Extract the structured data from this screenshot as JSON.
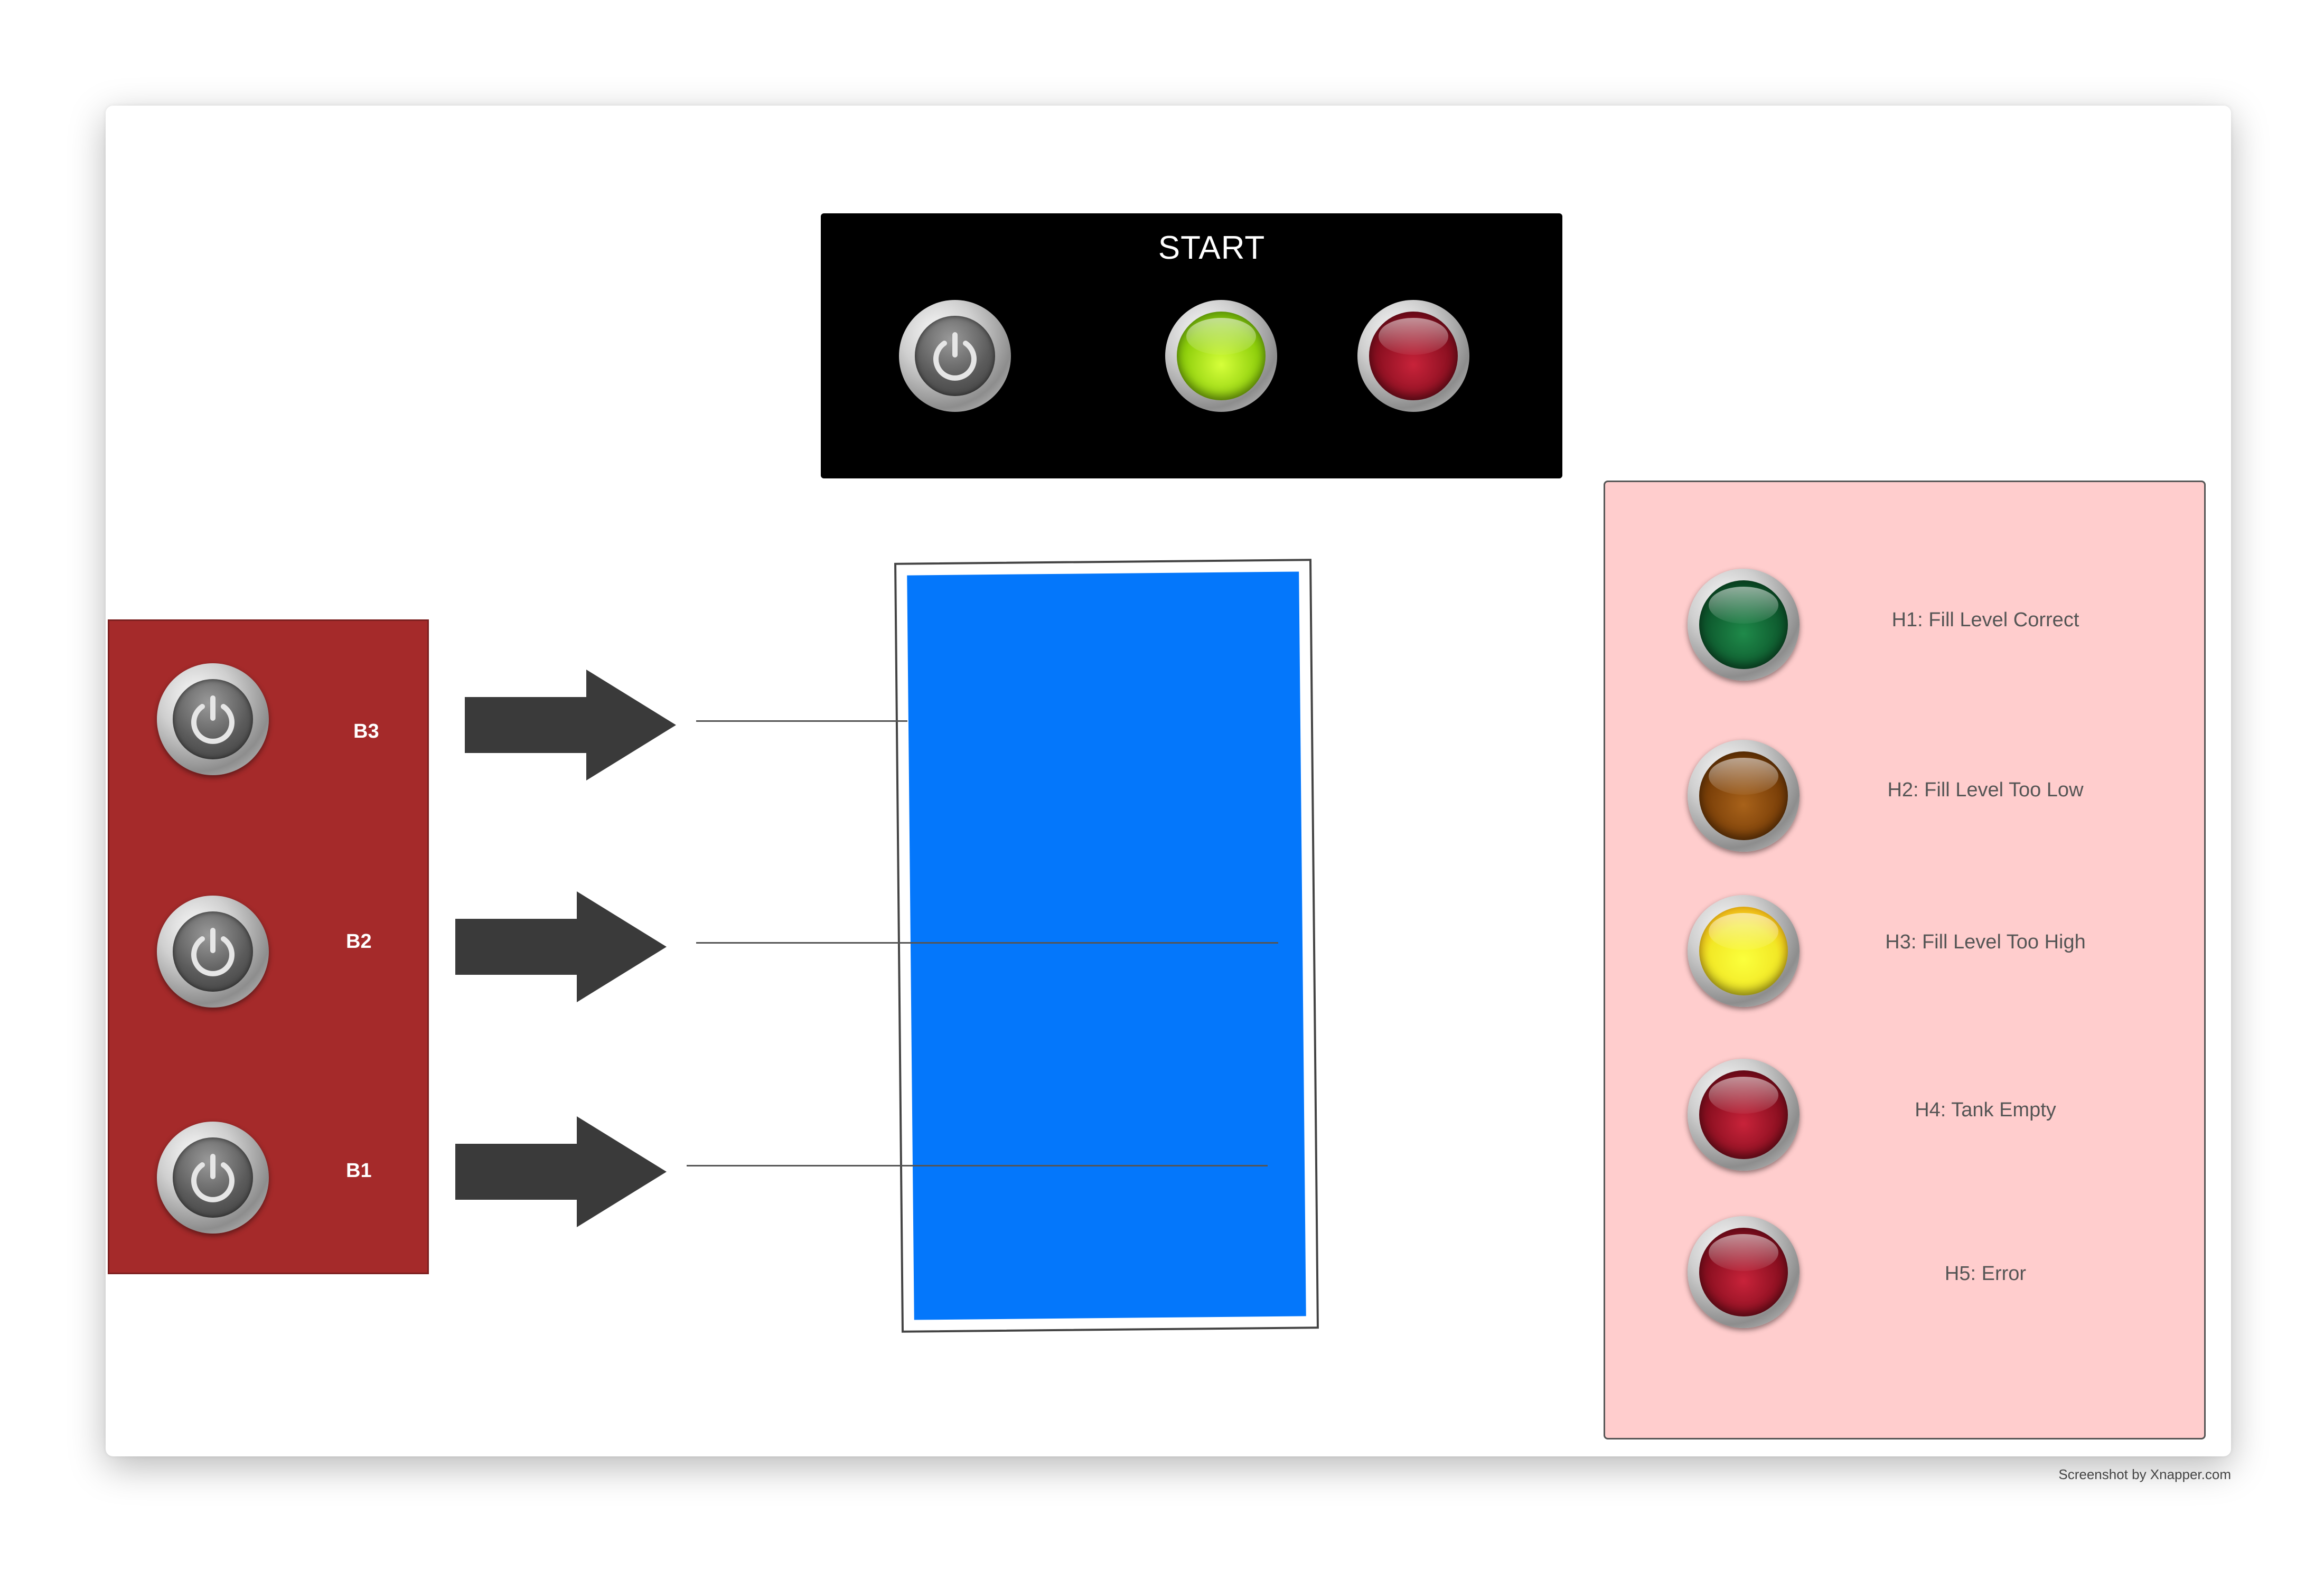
{
  "start_panel": {
    "title": "START"
  },
  "sensors": [
    {
      "label": "B3"
    },
    {
      "label": "B2"
    },
    {
      "label": "B1"
    }
  ],
  "status_lights": [
    {
      "label": "H1: Fill Level Correct",
      "color": "#0e5a2e"
    },
    {
      "label": "H2: Fill Level Too Low",
      "color": "#7a3f08"
    },
    {
      "label": "H3: Fill Level Too High",
      "color": "#f2e826"
    },
    {
      "label": "H4: Tank Empty",
      "color": "#8a0f20"
    },
    {
      "label": "H5: Error",
      "color": "#8a0f20"
    }
  ],
  "indicator_colors": {
    "start_green": "#9fdc10",
    "start_red": "#9a0f22",
    "tank": "#0477fb",
    "sensor_panel": "#a52a2a",
    "status_panel": "#ffcdcd"
  },
  "watermark": "Screenshot by Xnapper.com"
}
